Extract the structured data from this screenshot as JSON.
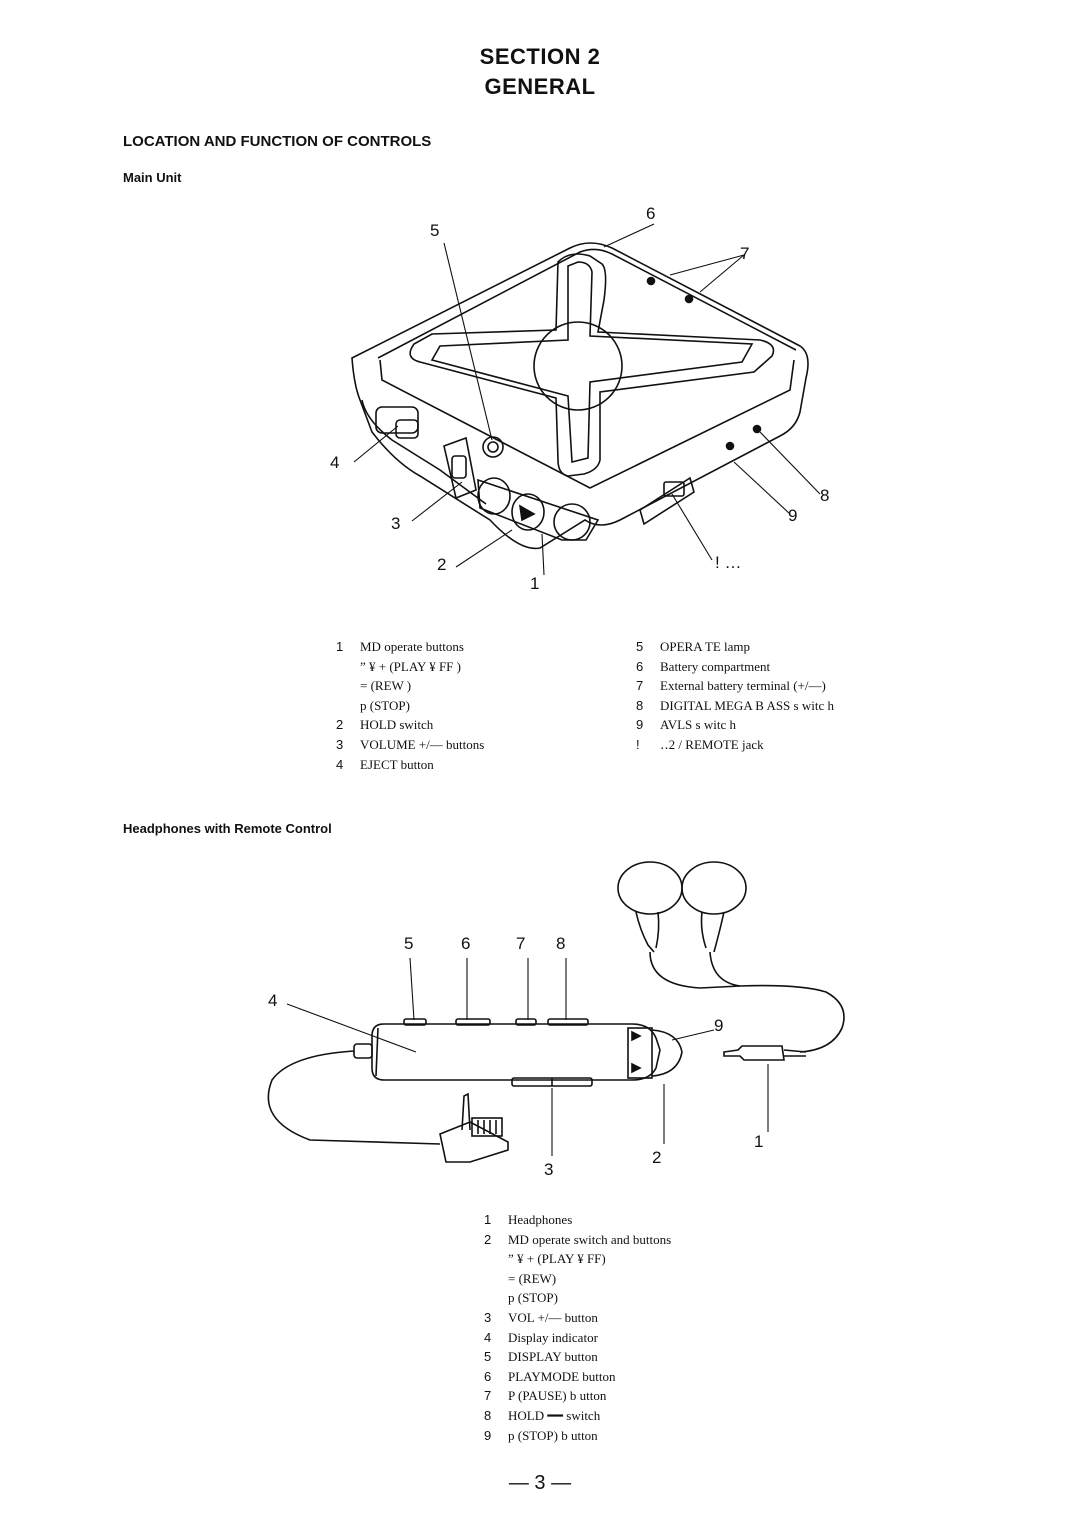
{
  "section": {
    "line1": "SECTION 2",
    "line2": "GENERAL"
  },
  "heading": "LOCATION AND FUNCTION OF CONTROLS",
  "main_unit": {
    "title": "Main Unit",
    "callouts": [
      "5",
      "6",
      "7",
      "4",
      "8",
      "3",
      "9",
      "2",
      "! …",
      "1"
    ],
    "legend_left": [
      {
        "num": "1",
        "text": "MD operate buttons"
      },
      {
        "num": "",
        "text": "” ¥ +      (PLAY ¥ FF )"
      },
      {
        "num": "",
        "text": "=      (REW )"
      },
      {
        "num": "",
        "text": "p  (STOP)"
      },
      {
        "num": "2",
        "text": "HOLD switch"
      },
      {
        "num": "3",
        "text": "VOLUME +/— buttons"
      },
      {
        "num": "4",
        "text": "EJECT button"
      }
    ],
    "legend_right": [
      {
        "num": "5",
        "text": "OPERA TE lamp"
      },
      {
        "num": "6",
        "text": "Battery compartment"
      },
      {
        "num": "7",
        "text": "External battery terminal (+/—)"
      },
      {
        "num": "8",
        "text": "DIGITAL MEGA B ASS s  witc h"
      },
      {
        "num": "9",
        "text": "AVLS s witc h"
      },
      {
        "num": "!",
        "text": "‥2  / REMOTE jack"
      }
    ]
  },
  "headphones": {
    "title": "Headphones with Remote Control",
    "callouts": [
      "5",
      "6",
      "7",
      "8",
      "4",
      "9",
      "1",
      "2",
      "3"
    ],
    "legend": [
      {
        "num": "1",
        "text": "Headphones"
      },
      {
        "num": "2",
        "text": "MD operate switch and buttons"
      },
      {
        "num": "",
        "text": "” ¥ +      (PLAY ¥ FF)"
      },
      {
        "num": "",
        "text": "=      (REW)"
      },
      {
        "num": "",
        "text": "p  (STOP)"
      },
      {
        "num": "3",
        "text": "VOL +/— button"
      },
      {
        "num": "4",
        "text": "Display indicator"
      },
      {
        "num": "5",
        "text": "DISPLAY button"
      },
      {
        "num": "6",
        "text": "PLAYMODE button"
      },
      {
        "num": "7",
        "text": "P  (PAUSE) b utton"
      },
      {
        "num": "8",
        "text": "HOLD ━━ switch"
      },
      {
        "num": "9",
        "text": "p  (STOP) b utton"
      }
    ]
  },
  "page_number": "— 3 —"
}
